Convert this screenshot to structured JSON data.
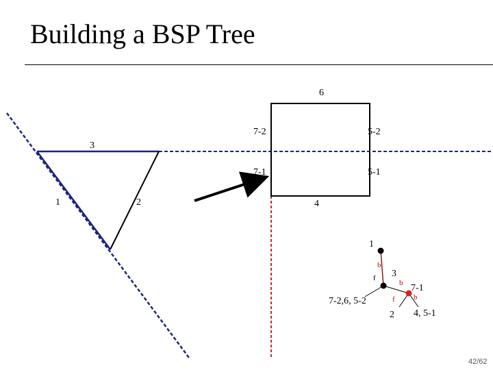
{
  "title": "Building a BSP Tree",
  "page_number": "42/62",
  "labels": {
    "seg6": "6",
    "seg7_2": "7-2",
    "seg5_2": "5-2",
    "seg3": "3",
    "seg7_1": "7-1",
    "seg5_1": "5-1",
    "seg1": "1",
    "seg2": "2",
    "seg4": "4"
  },
  "tree": {
    "root": "1",
    "root_back_edge": "b",
    "root_front_edge": "f",
    "node3": "3",
    "node3_back_edge": "b",
    "node3_front_edge": "f",
    "leaf_front_root": "7-2,6, 5-2",
    "node7_1": "7-1",
    "node7_1_back_edge": "b",
    "leaf_node3_front": "2",
    "leaf_node7_1_back": "4, 5-1"
  },
  "colors": {
    "blue_line": "#1a237e",
    "red_line": "#cc2222",
    "tree_node": "#000000",
    "tree_node_current": "#e02020"
  }
}
